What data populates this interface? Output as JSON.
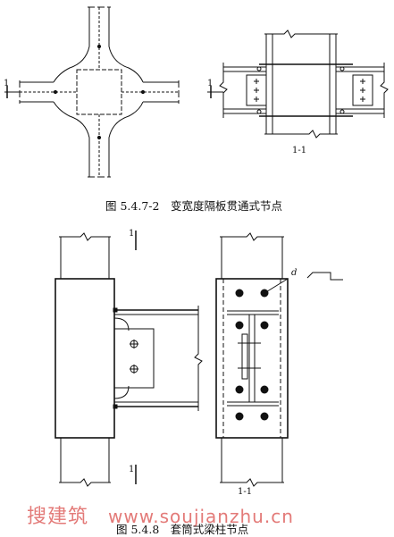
{
  "figure1": {
    "caption": "图 5.4.7-2　变宽度隔板贯通式节点",
    "section_mark": "1",
    "section_label": "1-1"
  },
  "figure2": {
    "caption": "图 5.4.8　套筒式梁柱节点",
    "section_mark": "1",
    "section_label": "1-1",
    "dimension_label": "d"
  },
  "watermark": {
    "text_cn": "搜建筑",
    "text_url": "www.soujianzhu.cn",
    "color": "#e37a78"
  }
}
